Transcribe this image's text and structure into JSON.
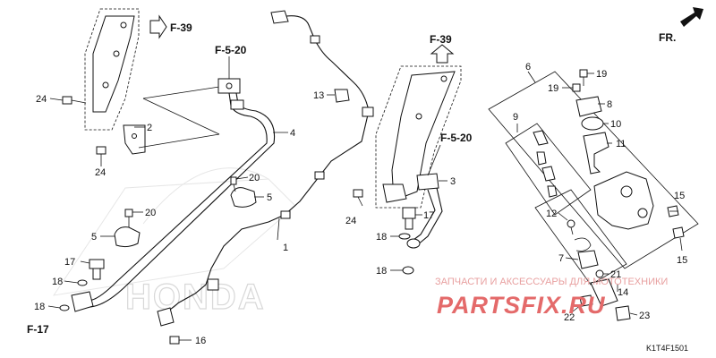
{
  "diagram": {
    "part_numbers": [
      "1",
      "2",
      "3",
      "4",
      "5",
      "6",
      "7",
      "8",
      "9",
      "10",
      "11",
      "12",
      "13",
      "14",
      "15",
      "16",
      "17",
      "18",
      "19",
      "20",
      "21",
      "22",
      "23",
      "24"
    ],
    "references": {
      "f39_left": "F-39",
      "f39_right": "F-39",
      "f520_left": "F-5-20",
      "f520_right": "F-5-20",
      "f17": "F-17",
      "fr": "FR."
    },
    "diagram_code": "K1T4F1501",
    "watermark": {
      "honda": "HONDA",
      "site_caption": "ЗАПЧАСТИ И АКСЕССУАРЫ ДЛЯ МОТОТЕХНИКИ",
      "site_name": "PARTSFIX.RU"
    }
  }
}
